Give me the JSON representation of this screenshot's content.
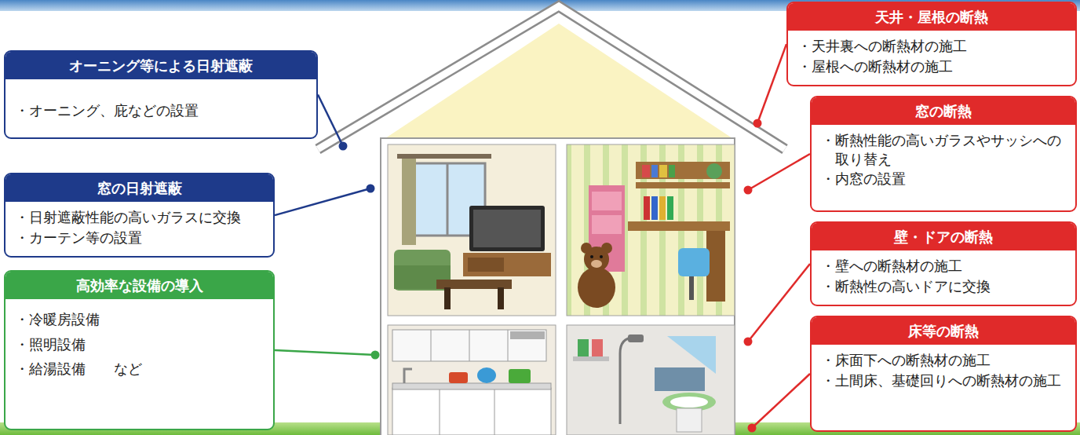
{
  "diagram": {
    "nodes": [
      {
        "text": [
          "オーニング等による日射遮蔽",
          "・オーニング、庇などの設置"
        ]
      },
      {
        "text": [
          "窓の日射遮蔽",
          "・日射遮蔽性能の高いガラスに交換",
          "・カーテン等の設置"
        ]
      },
      {
        "text": [
          "高効率な設備の導入",
          "・冷暖房設備",
          "・照明設備",
          "・給湯設備　　など"
        ]
      },
      {
        "text": [
          "天井・屋根の断熱",
          "・天井裏への断熱材の施工",
          "・屋根への断熱材の施工"
        ]
      },
      {
        "text": [
          "窓の断熱",
          "・断熱性能の高いガラスやサッシへの取り替え",
          "・内窓の設置"
        ]
      },
      {
        "text": [
          "壁・ドアの断熱",
          "・壁への断熱材の施工",
          "・断熱性の高いドアに交換"
        ]
      },
      {
        "text": [
          "床等の断熱",
          "・床面下への断熱材の施工",
          "・土間床、基礎回りへの断熱材の施工"
        ]
      }
    ]
  }
}
